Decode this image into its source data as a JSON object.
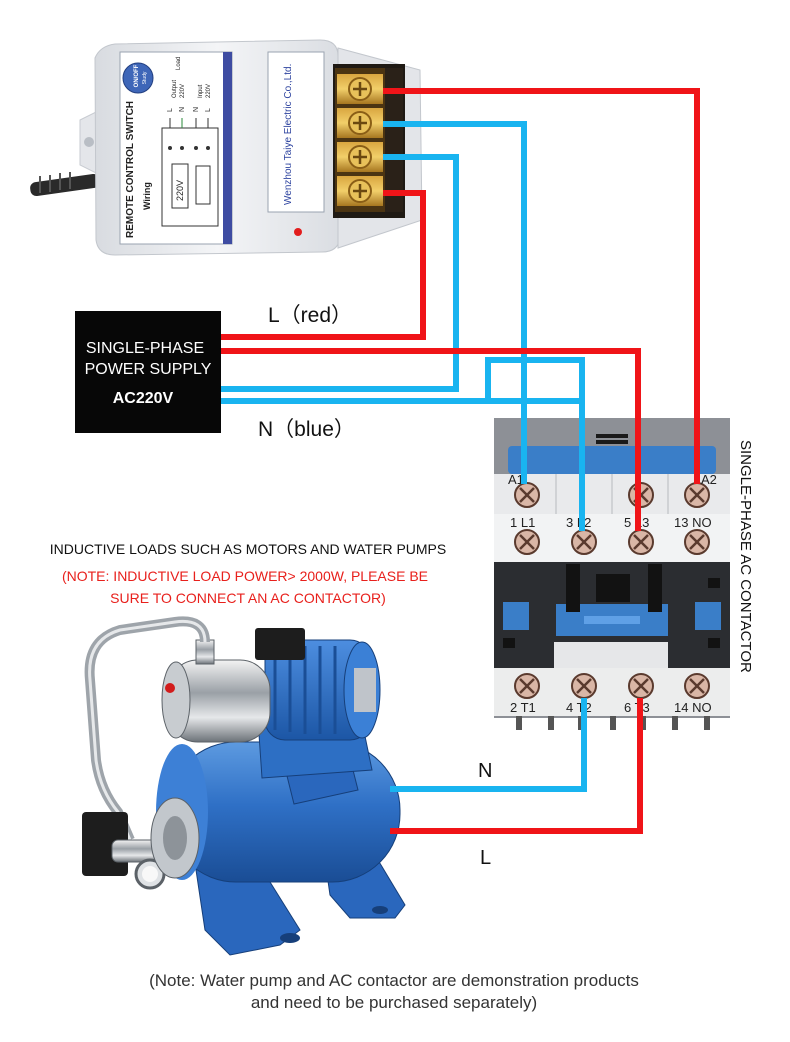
{
  "colors": {
    "live": "#f01418",
    "neutral": "#19b4f0",
    "contactor_blue": "#3a7ec8",
    "pump_blue": "#2d6fc4",
    "warning_red": "#e8201c"
  },
  "remote_switch": {
    "title": "REMOTE CONTROL SWITCH",
    "wiring_label": "Wiring",
    "voltage_label": "220V",
    "company": "Wenzhou Taiye Electric Co.,Ltd.",
    "button_label": "ON/OFF",
    "button_sub": "Study",
    "load_label": "Load",
    "terminal_labels": [
      "L",
      "N",
      "N",
      "L"
    ],
    "output_label": "Output",
    "output_voltage": "220V",
    "input_label": "Input",
    "input_voltage": "220V"
  },
  "power_supply": {
    "line1": "SINGLE-PHASE",
    "line2": "POWER SUPPLY",
    "line3": "AC220V"
  },
  "wire_labels": {
    "live_top": "L（red）",
    "neutral_top": "N（blue）",
    "neutral_bottom": "N",
    "live_bottom": "L"
  },
  "contactor": {
    "title": "SINGLE-PHASE AC CONTACTOR",
    "coil_labels": [
      "A1",
      "A2"
    ],
    "top_terminals": [
      "1 L1",
      "3 L2",
      "5 L3",
      "13 NO"
    ],
    "bottom_terminals": [
      "2 T1",
      "4 T2",
      "6 T3",
      "14 NO"
    ]
  },
  "load_info": {
    "heading": "INDUCTIVE LOADS SUCH AS MOTORS AND WATER PUMPS",
    "warning_line1": "(NOTE: INDUCTIVE LOAD POWER> 2000W, PLEASE BE",
    "warning_line2": "SURE TO CONNECT AN AC CONTACTOR)"
  },
  "footer": {
    "line1": "(Note: Water pump and AC contactor are demonstration products",
    "line2": "and need to be purchased separately)"
  }
}
